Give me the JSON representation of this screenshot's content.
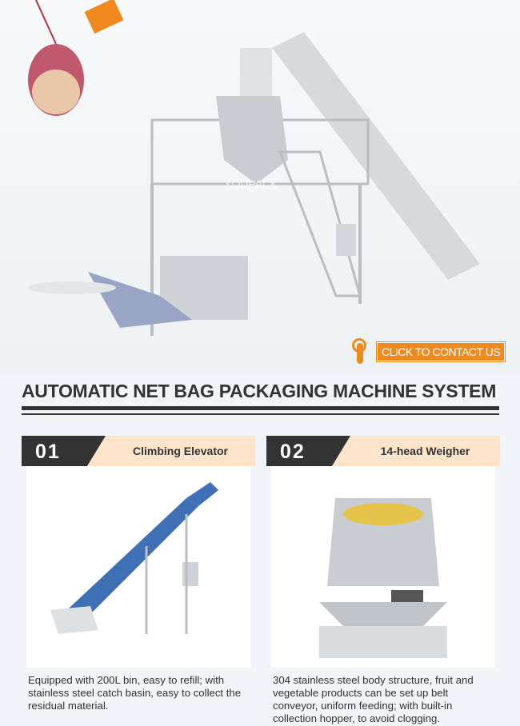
{
  "hero": {
    "watermark": "YOUPACK",
    "cta_label": "CLICK TO CONTACT US",
    "cta_icon": "hand-pointer-icon"
  },
  "title": "AUTOMATIC NET BAG PACKAGING MACHINE SYSTEM",
  "colors": {
    "accent": "#f18a1e",
    "dark": "#333333",
    "header_bg": "#ffe4cc"
  },
  "cards": [
    {
      "number": "01",
      "name": "Climbing Elevator",
      "description": "Equipped with 200L bin, easy to refill; with stainless steel catch basin, easy to collect the residual material."
    },
    {
      "number": "02",
      "name": "14-head Weigher",
      "description": "304 stainless steel body structure, fruit and vegetable products can be set up belt conveyor, uniform feeding; with built-in collection hopper, to avoid clogging."
    }
  ]
}
